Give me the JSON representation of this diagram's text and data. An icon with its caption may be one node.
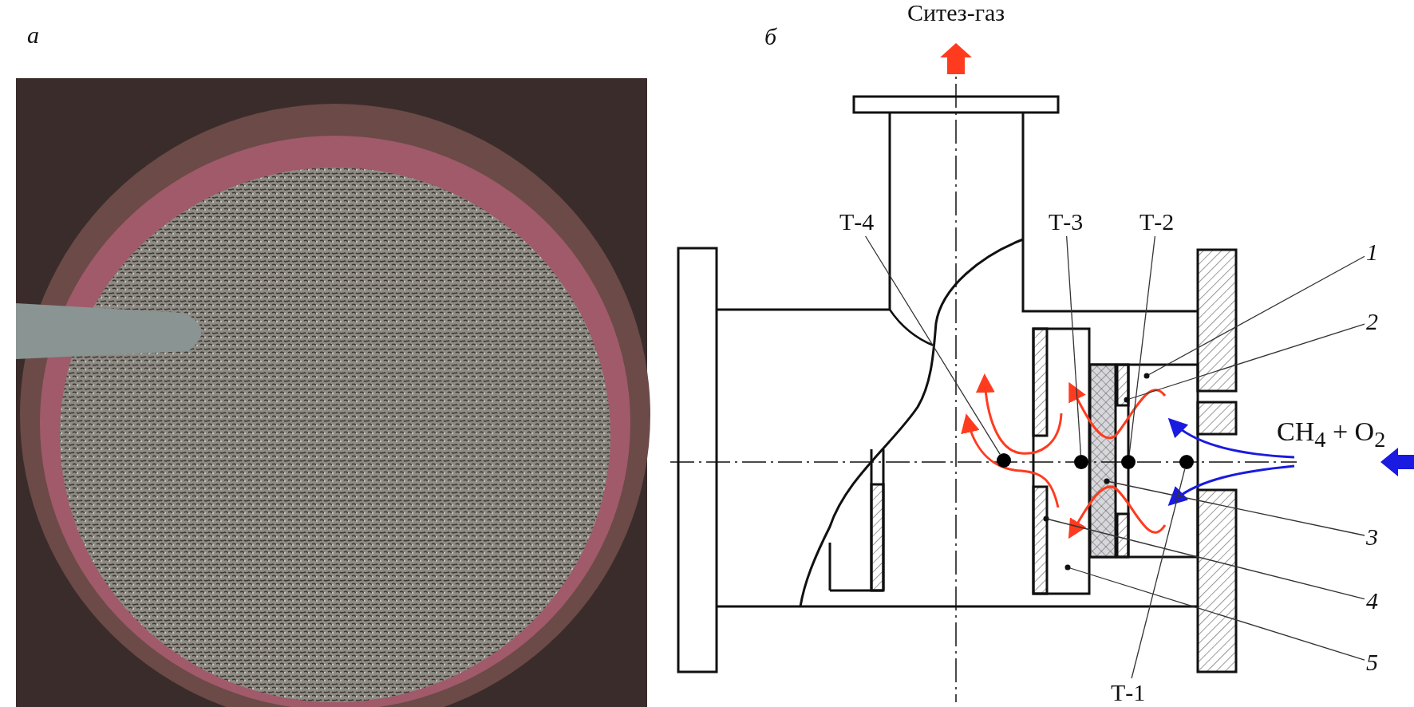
{
  "diagram": {
    "nodes": [
      {
        "text": [
          "Т-4"
        ]
      },
      {
        "text": [
          "Т-3"
        ]
      },
      {
        "text": [
          "Т-2"
        ]
      },
      {
        "text": [
          "1"
        ]
      },
      {
        "text": [
          "2"
        ]
      },
      {
        "text": [
          "3"
        ]
      },
      {
        "text": [
          "4"
        ]
      },
      {
        "text": [
          "5"
        ]
      },
      {
        "text": [
          "Т-1"
        ]
      },
      {
        "text": [],
        "shape": "circle"
      },
      {
        "text": [],
        "shape": "circle"
      },
      {
        "text": [],
        "shape": "circle"
      },
      {
        "text": [],
        "shape": "circle"
      }
    ],
    "edges": [
      {
        "from": 0,
        "to": 9,
        "arrow": "none"
      },
      {
        "from": 1,
        "to": 10,
        "arrow": "none"
      },
      {
        "from": 2,
        "to": 11,
        "arrow": "none"
      },
      {
        "from": 3,
        "to": null,
        "arrow": "none"
      },
      {
        "from": 4,
        "to": null,
        "arrow": "none"
      },
      {
        "from": 5,
        "to": null,
        "arrow": "none"
      },
      {
        "from": 6,
        "to": null,
        "arrow": "none"
      },
      {
        "from": 7,
        "to": null,
        "arrow": "none"
      },
      {
        "from": 8,
        "to": 12,
        "arrow": "none"
      }
    ],
    "labels": [
      "а",
      "Ситез-газ",
      "б",
      "CH$_{4}$ + O$_{2}$"
    ]
  }
}
